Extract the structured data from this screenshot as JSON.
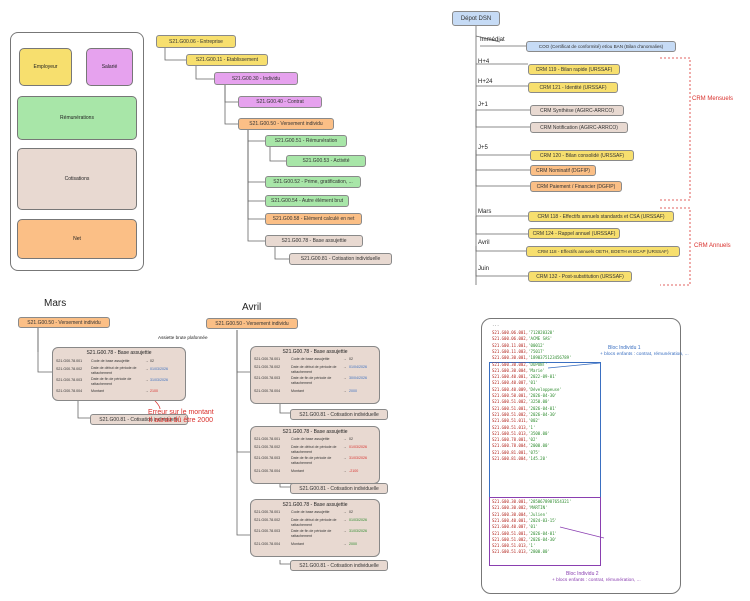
{
  "legend": {
    "employeur": "Employeur",
    "salarie": "Salarié",
    "remuneration": "Rémunérations",
    "cotisations": "Cotisations",
    "net": "Net"
  },
  "colors": {
    "employeur": "#f7df6e",
    "salarie": "#e6a2ee",
    "remuneration": "#a8e6a8",
    "cotisations": "#e8d9d1",
    "net": "#fbbf86",
    "red": "#d9302c",
    "blue": "#3a6fc1",
    "dsn_box": "#c6dbf5"
  },
  "tree": [
    "S21.G00.06 - Entreprise",
    "S21.G00.11 - Etablissement",
    "S21.G00.30 - Individu",
    "S21.G00.40 - Contrat",
    "S21.G00.50 - Versement individu",
    "S21.G00.51 - Rémunération",
    "S21.G00.53 - Activité",
    "S21.G00.52 - Prime, gratification, ...",
    "S21.G00.54 - Autre élément brut",
    "S21.G00.58 - Elément calculé en net",
    "S21.G00.78 - Base assujettie",
    "S21.G00.81 - Cotisation individuelle"
  ],
  "dsn": {
    "title": "Dépot DSN",
    "immediat": "Immédiat",
    "h4": "H+4",
    "h24": "H+24",
    "j1": "J+1",
    "j5": "J+5",
    "mars": "Mars",
    "avril": "Avril",
    "juin": "Juin",
    "coo": "COO (Certificat de conformité) et/ou BAN (Bilan d'anomalies)",
    "crm119": "CRM 119 - Bilan rapide (URSSAF)",
    "crm121": "CRM 121 - Identité (URSSAF)",
    "synthese": "CRM Synthèse (AGIRC-ARRCO)",
    "notification": "CRM Notification (AGIRC-ARRCO)",
    "crm120": "CRM 120 - Bilan consolidé (URSSAF)",
    "nominatif": "CRM Nominatif (DGFIP)",
    "paiement": "CRM Paiement / Financier (DGFIP)",
    "crm118a": "CRM 118 - Effectifs annuels standards et CSA (URSSAF)",
    "crm124": "CRM 124 - Rappel annuel (URSSAF)",
    "crm118b": "CRM 118 - Effectifs annuels OETH, BOETH et ECAP (URSSAF)",
    "crm132": "CRM 132 - Post-substitution (URSSAF)",
    "mensuels": "CRM Mensuels",
    "annuels": "CRM Annuels"
  },
  "mars": {
    "title": "Mars",
    "versement": "S21.G00.50 - Versement individu",
    "annotation": "Assiette brute plafonnée",
    "card_title": "S21.G00.78 - Base assujettie",
    "rows": [
      {
        "code": "S21.G00.78.001",
        "label": "Code de base assujettie",
        "value": "02"
      },
      {
        "code": "S21.G00.78.002",
        "label": "Date de début de période de rattachement",
        "value": "01/03/2026"
      },
      {
        "code": "S21.G00.78.003",
        "label": "Date de fin de période de rattachement",
        "value": "31/03/2026"
      },
      {
        "code": "S21.G00.78.004",
        "label": "Montant",
        "value": "2100"
      }
    ],
    "cotisation": "S21.G00.81 - Cotisation individuelle",
    "error": "Erreur sur le montant\nIl aurait dû être 2000"
  },
  "avril": {
    "title": "Avril",
    "versement": "S21.G00.50 - Versement individu",
    "cards": [
      {
        "title": "S21.G00.78 - Base assujettie",
        "rows": [
          {
            "code": "S21.G00.78.001",
            "label": "Code de base assujettie",
            "value": "02"
          },
          {
            "code": "S21.G00.78.002",
            "label": "Date de début de période de rattachement",
            "value": "01/04/2026"
          },
          {
            "code": "S21.G00.78.003",
            "label": "Date de fin de période de rattachement",
            "value": "30/04/2026"
          },
          {
            "code": "S21.G00.78.004",
            "label": "Montant",
            "value": "2000"
          }
        ]
      },
      {
        "title": "S21.G00.78 - Base assujettie",
        "rows": [
          {
            "code": "S21.G00.78.001",
            "label": "Code de base assujettie",
            "value": "02"
          },
          {
            "code": "S21.G00.78.002",
            "label": "Date de début de période de rattachement",
            "value": "01/03/2026"
          },
          {
            "code": "S21.G00.78.003",
            "label": "Date de fin de période de rattachement",
            "value": "31/03/2026"
          },
          {
            "code": "S21.G00.78.004",
            "label": "Montant",
            "value": "-2100"
          }
        ]
      },
      {
        "title": "S21.G00.78 - Base assujettie",
        "rows": [
          {
            "code": "S21.G00.78.001",
            "label": "Code de base assujettie",
            "value": "02"
          },
          {
            "code": "S21.G00.78.002",
            "label": "Date de début de période de rattachement",
            "value": "01/03/2026"
          },
          {
            "code": "S21.G00.78.003",
            "label": "Date de fin de période de rattachement",
            "value": "31/03/2026"
          },
          {
            "code": "S21.G00.78.004",
            "label": "Montant",
            "value": "2000"
          }
        ]
      }
    ],
    "cotisation": "S21.G00.81 - Cotisation individuelle"
  },
  "code": {
    "dots": "...",
    "block1": [
      "S21.G00.06.001,'712820320'",
      "S21.G00.06.002,'ACME SAS'",
      "S21.G00.11.001,'00012'",
      "S21.G00.11.003,'75017'",
      "S21.G00.30.001,'1890375123456789'",
      "S21.G00.30.002,'DUPONT'",
      "S21.G00.30.004,'Marie'",
      "S21.G00.40.001,'2022-09-01'",
      "S21.G00.40.007,'01'",
      "S21.G00.40.009,'Développeuse'",
      "S21.G00.50.001,'2026-04-30'",
      "S21.G00.51.002,'3250.00'",
      "S21.G00.51.001,'2026-04-01'",
      "S21.G00.51.002,'2026-04-30'",
      "S21.G00.51.011,'002'",
      "S21.G00.51.013,'1'",
      "S21.G00.51.013,'3500.00'",
      "S21.G00.78.001,'02'",
      "S21.G00.78.004,'2000.00'",
      "S21.G00.81.001,'075'",
      "S21.G00.81.004,'145.20'"
    ],
    "block2": [
      "S21.G00.30.001,'2850678987654321'",
      "S21.G00.30.002,'MARTIN'",
      "S21.G00.30.004,'Julien'",
      "S21.G00.40.001,'2024-03-15'",
      "S21.G00.40.007,'01'",
      "S21.G00.51.001,'2026-04-01'",
      "S21.G00.51.002,'2026-04-30'",
      "S21.G00.51.013,'1'",
      "S21.G00.51.013,'2800.00'"
    ],
    "note1_title": "Bloc Individu 1",
    "note1_sub": "+ blocs enfants : contrat, rémunération, ...",
    "note2_title": "Bloc Individu 2",
    "note2_sub": "+ blocs enfants : contrat, rémunération, ..."
  }
}
